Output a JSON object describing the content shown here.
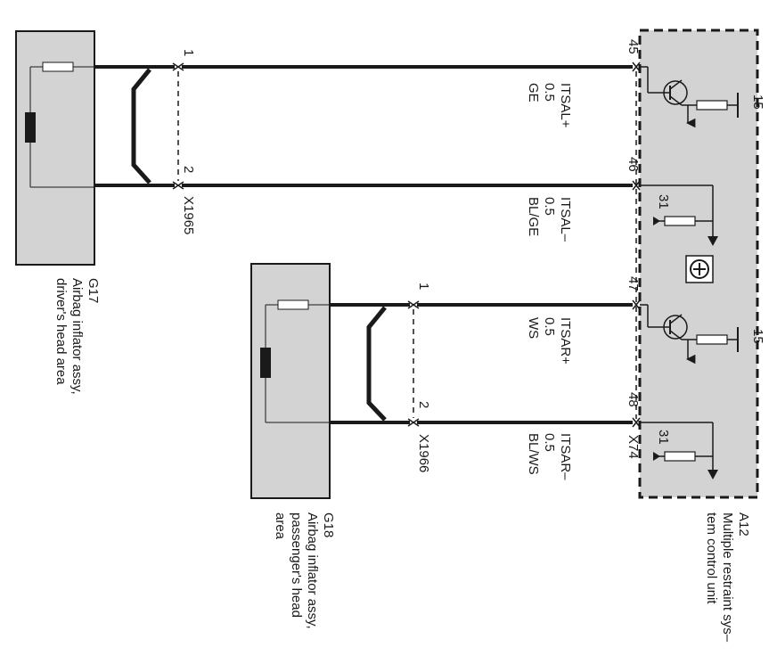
{
  "components": {
    "g17": {
      "id": "G17",
      "name_lines": [
        "Airbag inflator assy,",
        "driver's head area"
      ]
    },
    "g18": {
      "id": "G18",
      "name_lines": [
        "Airbag inflator assy,",
        "passenger's head",
        "area"
      ]
    },
    "a12": {
      "id": "A12",
      "name_lines": [
        "Multiple restraint sys–",
        "tem  control unit"
      ]
    }
  },
  "connectors": {
    "x1965": {
      "name": "X1965",
      "pin1": "1",
      "pin2": "2"
    },
    "x1966": {
      "name": "X1966",
      "pin1": "1",
      "pin2": "2"
    },
    "x74": {
      "name": "X74"
    }
  },
  "wires": [
    {
      "signal": "ITSAL+",
      "gauge": "0.5",
      "color": "GE",
      "pin": "45"
    },
    {
      "signal": "ITSAL–",
      "gauge": "0.5",
      "color": "BL/GE",
      "pin": "46"
    },
    {
      "signal": "ITSAR+",
      "gauge": "0.5",
      "color": "WS",
      "pin": "47"
    },
    {
      "signal": "ITSAR–",
      "gauge": "0.5",
      "color": "BL/WS",
      "pin": "48"
    }
  ],
  "control_unit_terminals": {
    "t15_upper": "15",
    "t15_lower": "15",
    "t31_upper": "31",
    "t31_lower": "31"
  },
  "colors": {
    "component_fill": "#d3d3d3",
    "wire": "#1a1a1a"
  }
}
